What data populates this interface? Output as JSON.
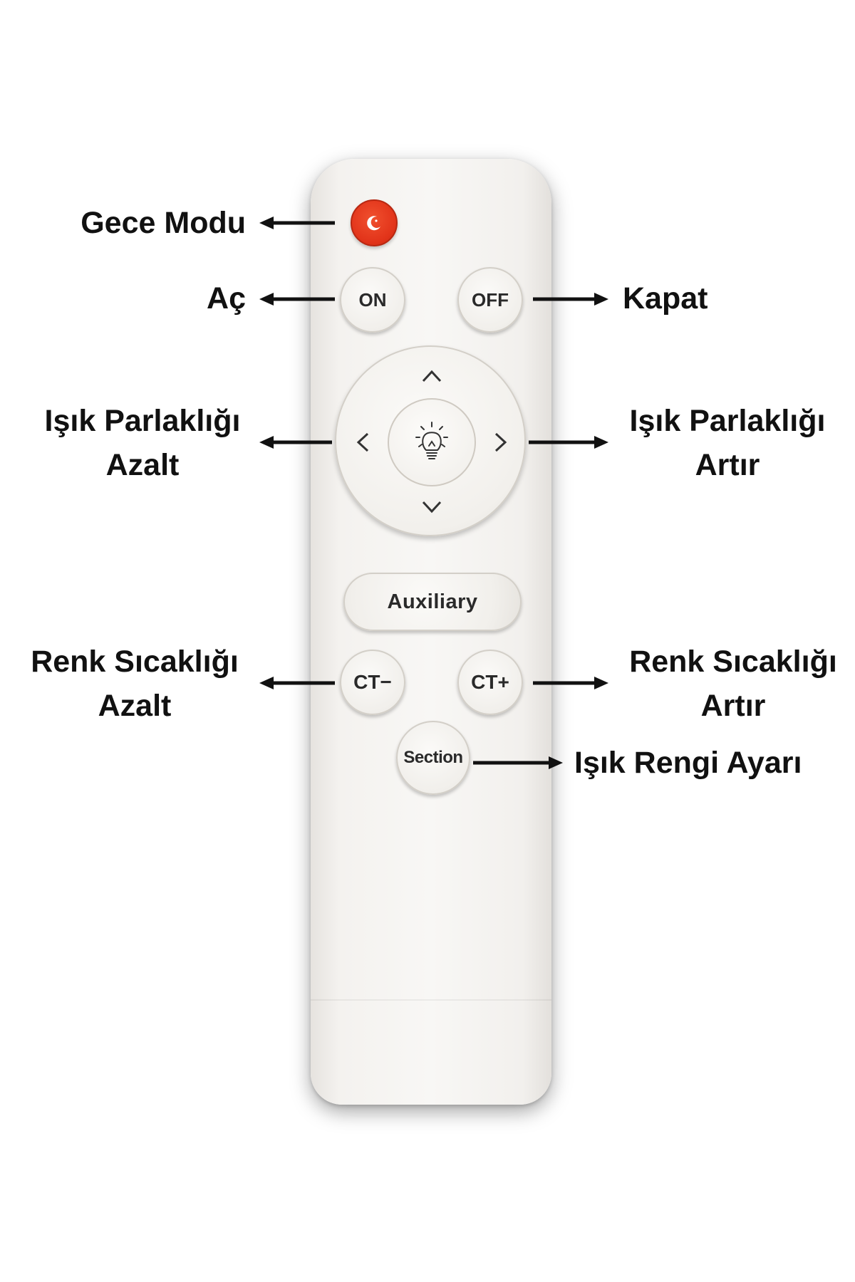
{
  "remote": {
    "buttons": {
      "night_icon": "moon-icon",
      "on": "ON",
      "off": "OFF",
      "up_icon": "chevron-up-icon",
      "down_icon": "chevron-down-icon",
      "left_icon": "chevron-left-icon",
      "right_icon": "chevron-right-icon",
      "center_icon": "light-bulb-icon",
      "auxiliary": "Auxiliary",
      "ct_minus": "CT−",
      "ct_plus": "CT+",
      "section": "Section"
    },
    "colors": {
      "night_button": "#e2341a",
      "body": "#f4f2ef"
    }
  },
  "labels": {
    "night_mode": "Gece Modu",
    "on": "Aç",
    "off": "Kapat",
    "brightness_down_line1": "Işık Parlaklığı",
    "brightness_down_line2": "Azalt",
    "brightness_up_line1": "Işık Parlaklığı",
    "brightness_up_line2": "Artır",
    "color_temp_down_line1": "Renk Sıcaklığı",
    "color_temp_down_line2": "Azalt",
    "color_temp_up_line1": "Renk Sıcaklığı",
    "color_temp_up_line2": "Artır",
    "light_color": "Işık Rengi Ayarı"
  }
}
